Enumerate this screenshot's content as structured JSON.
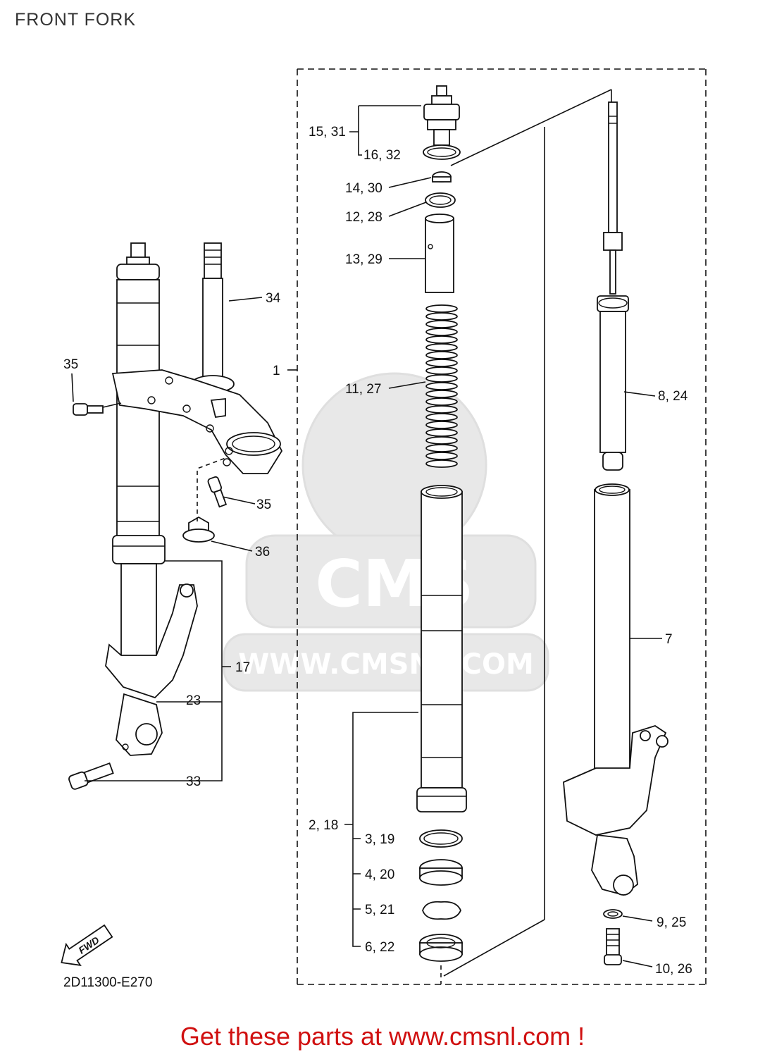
{
  "title": "FRONT FORK",
  "drawing_code": "2D11300-E270",
  "fwd_label": "FWD",
  "watermark": {
    "logo": "CMS",
    "url": "WWW.CMSNL.COM"
  },
  "footer": "Get these parts at www.cmsnl.com !",
  "colors": {
    "footer": "#d01010",
    "title": "#333333",
    "line": "#111111",
    "watermark": "#e6e6e6"
  },
  "callouts": {
    "c1": "1",
    "c7": "7",
    "c8_24": "8, 24",
    "c9_25": "9, 25",
    "c10_26": "10, 26",
    "c11_27": "11, 27",
    "c12_28": "12, 28",
    "c13_29": "13, 29",
    "c14_30": "14, 30",
    "c15_31": "15, 31",
    "c16_32": "16, 32",
    "c2_18": "2, 18",
    "c3_19": "3, 19",
    "c4_20": "4, 20",
    "c5_21": "5, 21",
    "c6_22": "6, 22",
    "c17": "17",
    "c23": "23",
    "c33": "33",
    "c34": "34",
    "c35a": "35",
    "c35b": "35",
    "c36": "36"
  }
}
